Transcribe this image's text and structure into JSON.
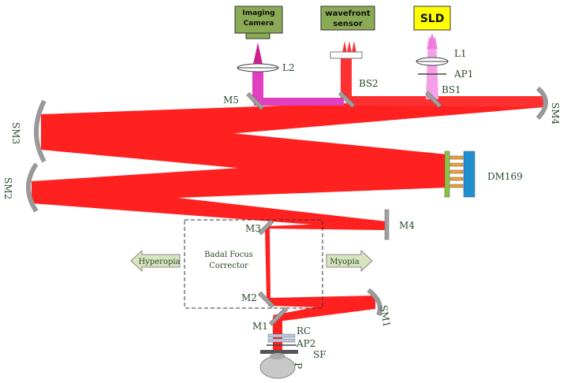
{
  "colors": {
    "beam": "#ff1a1a",
    "beam_light": "#ff6666",
    "magenta": "#e040c0",
    "pink": "#f4a0e8",
    "mirror": "#a0a0a0",
    "olive_box": "#8aaa55",
    "yellow_box": "#ffff00",
    "arrow_fill": "#d8e4c0",
    "dm_blue": "#1e90d0",
    "dm_green": "#90c040",
    "dm_orange": "#f0a030"
  },
  "components": {
    "imaging_camera": "Imaging\nCamera",
    "wavefront_sensor": "wavefront\nsensor",
    "sld": "SLD",
    "l1": "L1",
    "ap1": "AP1",
    "l2": "L2",
    "bs1": "BS1",
    "bs2": "BS2",
    "m1": "M1",
    "m2": "M2",
    "m3": "M3",
    "m4": "M4",
    "m5": "M5",
    "sm1": "SM1",
    "sm2": "SM2",
    "sm3": "SM3",
    "sm4": "SM4",
    "dm169": "DM169",
    "rc": "RC",
    "ap2": "AP2",
    "sf": "SF",
    "p": "P"
  },
  "badal": {
    "title_line1": "Badal Focus",
    "title_line2": "Corrector",
    "hyperopia": "Hyperopia",
    "myopia": "Myopia"
  }
}
